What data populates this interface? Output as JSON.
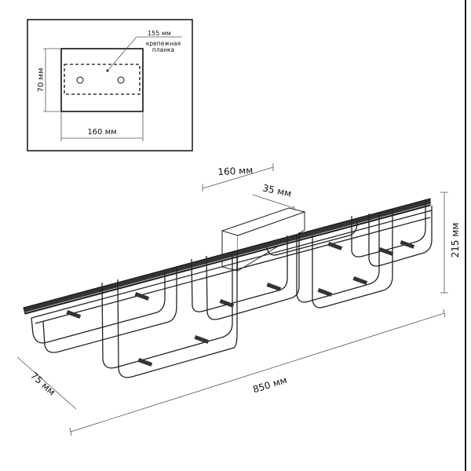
{
  "inset": {
    "plate_width_label": "155 мм",
    "plate_name_line1": "крепежная",
    "plate_name_line2": "планка",
    "height_label": "70 мм",
    "width_label": "160 мм"
  },
  "dimensions": {
    "base_width": "160 мм",
    "base_depth": "35 мм",
    "height": "215 мм",
    "length": "850 мм",
    "depth": "75 мм"
  }
}
